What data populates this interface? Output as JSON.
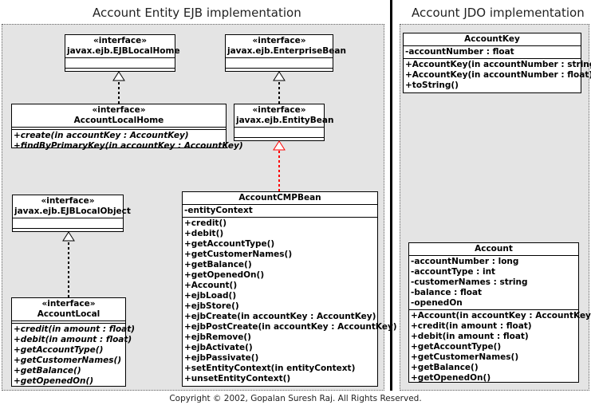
{
  "titles": {
    "ejb": "Account Entity EJB implementation",
    "jdo": "Account JDO implementation"
  },
  "classes": {
    "ejb_local_home": {
      "stereotype": "«interface»",
      "name": "javax.ejb.EJBLocalHome",
      "attributes": [],
      "operations": []
    },
    "enterprise_bean": {
      "stereotype": "«interface»",
      "name": "javax.ejb.EnterpriseBean",
      "attributes": [],
      "operations": []
    },
    "account_local_home": {
      "stereotype": "«interface»",
      "name": "AccountLocalHome",
      "attributes": [],
      "operations": [
        "+create(in accountKey : AccountKey)",
        "+findByPrimaryKey(in accountKey : AccountKey)"
      ]
    },
    "entity_bean": {
      "stereotype": "«interface»",
      "name": "javax.ejb.EntityBean",
      "attributes": [],
      "operations": []
    },
    "ejb_local_object": {
      "stereotype": "«interface»",
      "name": "javax.ejb.EJBLocalObject",
      "attributes": [],
      "operations": []
    },
    "account_cmp_bean": {
      "name": "AccountCMPBean",
      "attributes": [
        "-entityContext"
      ],
      "operations": [
        "+credit()",
        "+debit()",
        "+getAccountType()",
        "+getCustomerNames()",
        "+getBalance()",
        "+getOpenedOn()",
        "+Account()",
        "+ejbLoad()",
        "+ejbStore()",
        "+ejbCreate(in accountKey : AccountKey)",
        "+ejbPostCreate(in accountKey : AccountKey)",
        "+ejbRemove()",
        "+ejbActivate()",
        "+ejbPassivate()",
        "+setEntityContext(in entityContext)",
        "+unsetEntityContext()"
      ]
    },
    "account_local": {
      "stereotype": "«interface»",
      "name": "AccountLocal",
      "attributes": [],
      "operations": [
        "+credit(in amount : float)",
        "+debit(in amount : float)",
        "+getAccountType()",
        "+getCustomerNames()",
        "+getBalance()",
        "+getOpenedOn()"
      ]
    },
    "account_key": {
      "name": "AccountKey",
      "attributes": [
        "-accountNumber : float"
      ],
      "operations": [
        "+AccountKey(in accountNumber : string)",
        "+AccountKey(in accountNumber : float)",
        "+toString()"
      ]
    },
    "account": {
      "name": "Account",
      "attributes": [
        "-accountNumber : long",
        "-accountType : int",
        "-customerNames : string",
        "-balance : float",
        "-openedOn"
      ],
      "operations": [
        "+Account(in accountKey : AccountKey)",
        "+credit(in amount : float)",
        "+debit(in amount : float)",
        "+getAccountType()",
        "+getCustomerNames()",
        "+getBalance()",
        "+getOpenedOn()"
      ]
    }
  },
  "colors": {
    "panel": "#e4e4e4",
    "highlight_arrow": "#ff0000"
  },
  "copyright": "Copyright © 2002, Gopalan Suresh Raj. All Rights Reserved."
}
